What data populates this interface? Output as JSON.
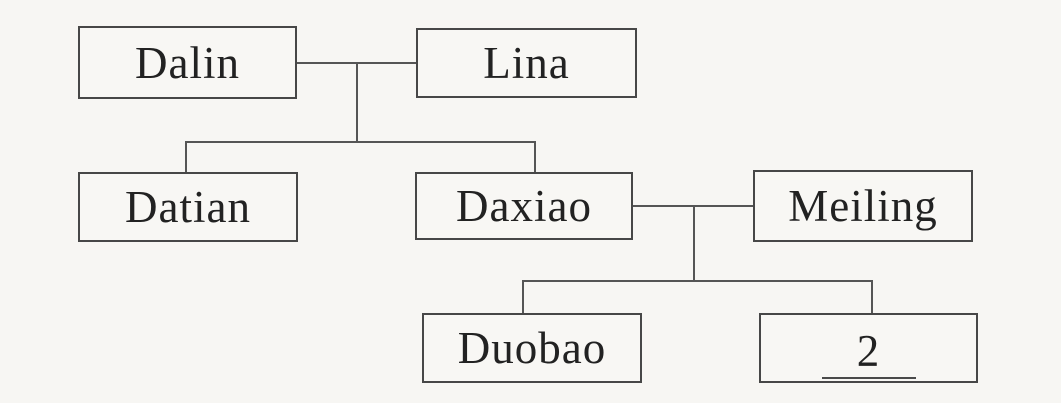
{
  "diagram": {
    "type": "family-tree",
    "background_color": "#f7f6f3",
    "line_color": "#555555",
    "box_border_color": "#474747",
    "text_color": "#222222",
    "nodes": {
      "dalin": {
        "label": "Dalin"
      },
      "lina": {
        "label": "Lina"
      },
      "datian": {
        "label": "Datian"
      },
      "daxiao": {
        "label": "Daxiao"
      },
      "meiling": {
        "label": "Meiling"
      },
      "duobao": {
        "label": "Duobao"
      },
      "blank": {
        "label": "2",
        "presentation": "handwritten answer on underlined blank"
      }
    },
    "relationships": {
      "couples": [
        [
          "Dalin",
          "Lina"
        ],
        [
          "Daxiao",
          "Meiling"
        ]
      ],
      "families": [
        {
          "parents": [
            "Dalin",
            "Lina"
          ],
          "children": [
            "Datian",
            "Daxiao"
          ]
        },
        {
          "parents": [
            "Daxiao",
            "Meiling"
          ],
          "children": [
            "Duobao",
            "2"
          ]
        }
      ]
    }
  }
}
